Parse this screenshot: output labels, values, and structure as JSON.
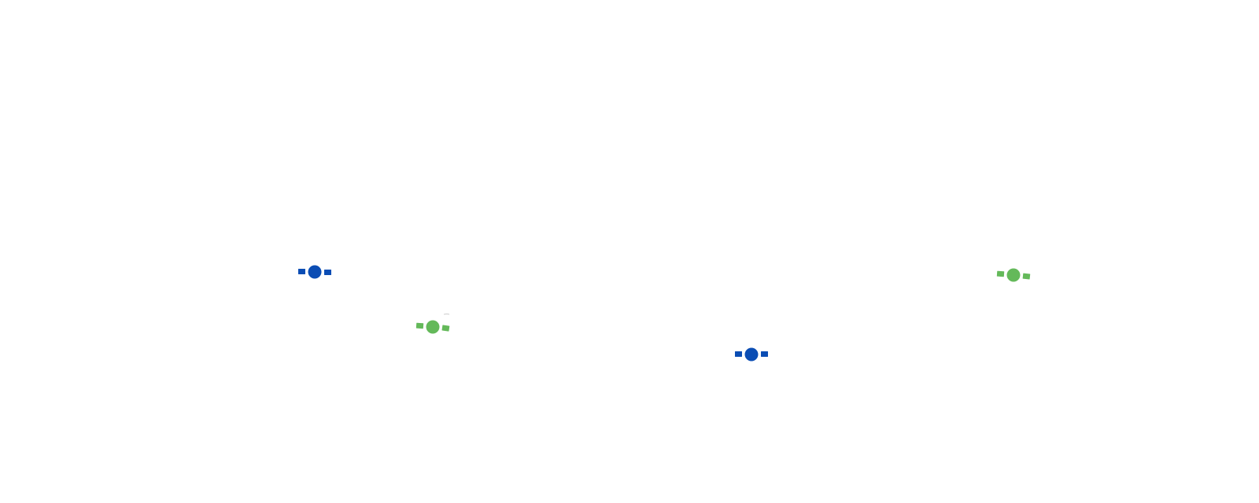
{
  "colors": {
    "blue": "#0b4db4",
    "green": "#64b95a",
    "halo": "#ffffff"
  },
  "markers": [
    {
      "id": "marker-1",
      "color": "blue",
      "icon": "satellite-icon"
    },
    {
      "id": "marker-2",
      "color": "green",
      "icon": "satellite-icon"
    },
    {
      "id": "marker-3",
      "color": "blue",
      "icon": "satellite-icon"
    },
    {
      "id": "marker-4",
      "color": "green",
      "icon": "satellite-icon"
    }
  ]
}
